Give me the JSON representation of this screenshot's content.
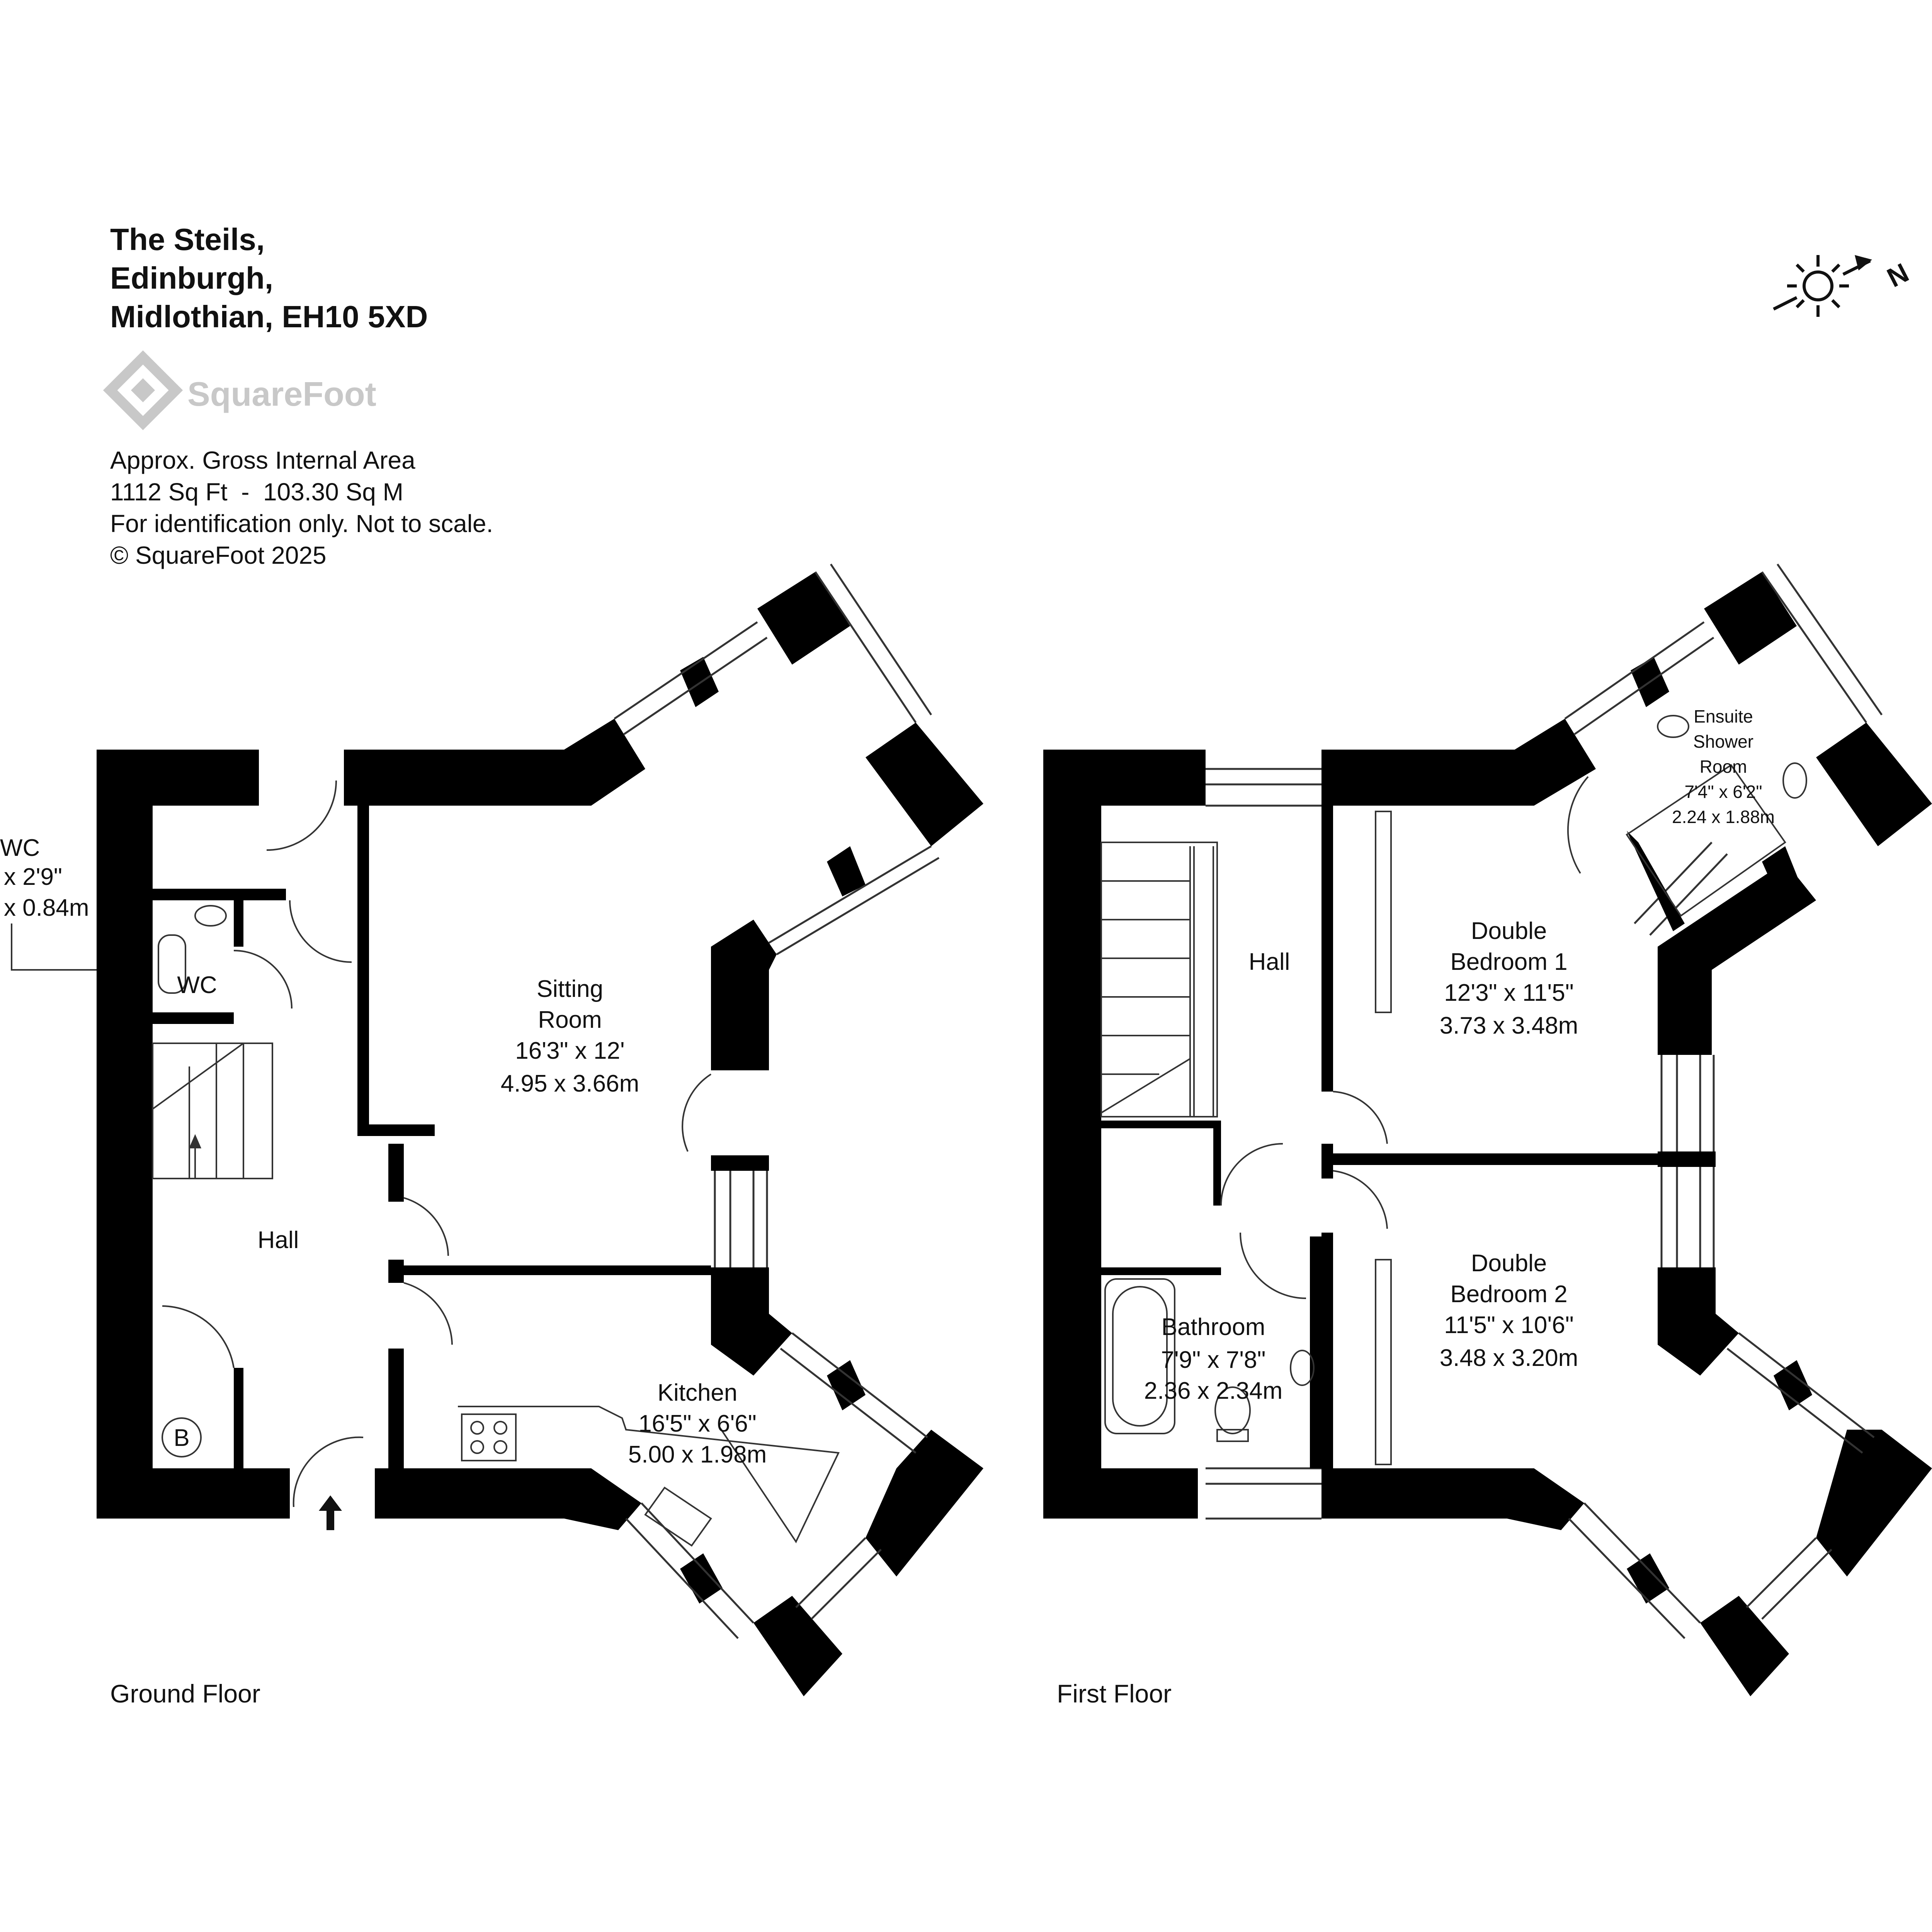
{
  "header": {
    "address_lines": [
      "The Steils,",
      "Edinburgh,",
      "Midlothian, EH10 5XD"
    ],
    "brand": "SquareFoot",
    "info_lines": [
      "Approx. Gross Internal Area",
      "1112 Sq Ft  -  103.30 Sq M",
      "For identification only. Not to scale.",
      "© SquareFoot 2025"
    ]
  },
  "compass": {
    "north_label": "N"
  },
  "ground_floor": {
    "label": "Ground Floor",
    "rooms": {
      "wc_cut": {
        "name": "WC",
        "dim_imperial": "x 2'9\"",
        "dim_metric": "x 0.84m"
      },
      "wc": {
        "name": "WC"
      },
      "hall": {
        "name": "Hall"
      },
      "boiler": {
        "symbol": "B"
      },
      "sitting_room": {
        "name_line1": "Sitting",
        "name_line2": "Room",
        "dim_imperial": "16'3\" x 12'",
        "dim_metric": "4.95 x 3.66m"
      },
      "kitchen": {
        "name": "Kitchen",
        "dim_imperial": "16'5\" x 6'6\"",
        "dim_metric": "5.00 x 1.98m"
      }
    }
  },
  "first_floor": {
    "label": "First Floor",
    "rooms": {
      "hall": {
        "name": "Hall"
      },
      "bedroom1": {
        "name_line1": "Double",
        "name_line2": "Bedroom 1",
        "dim_imperial": "12'3\" x 11'5\"",
        "dim_metric": "3.73 x 3.48m"
      },
      "bedroom2": {
        "name_line1": "Double",
        "name_line2": "Bedroom 2",
        "dim_imperial": "11'5\" x 10'6\"",
        "dim_metric": "3.48 x 3.20m"
      },
      "bathroom": {
        "name": "Bathroom",
        "dim_imperial": "7'9\" x 7'8\"",
        "dim_metric": "2.36 x 2.34m"
      },
      "ensuite": {
        "name_line1": "Ensuite",
        "name_line2": "Shower",
        "name_line3": "Room",
        "dim_imperial": "7'4\" x 6'2\"",
        "dim_metric": "2.24 x 1.88m"
      }
    }
  },
  "colors": {
    "wall": "#000000",
    "line": "#222222",
    "logo_gray": "#c8c8c8"
  }
}
